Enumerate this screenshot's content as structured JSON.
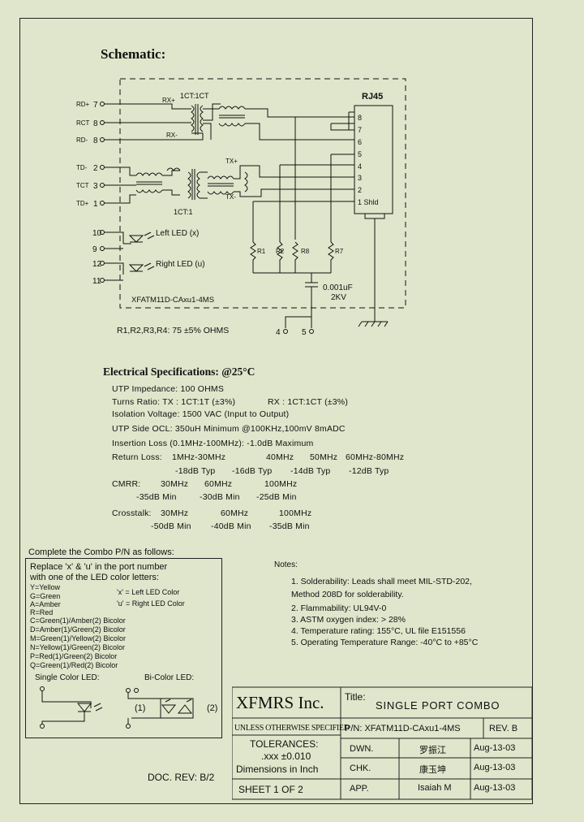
{
  "schematic": {
    "heading": "Schematic:",
    "pins_left": [
      {
        "label": "RD+",
        "num": "7"
      },
      {
        "label": "RCT",
        "num": "8"
      },
      {
        "label": "RD-",
        "num": "8"
      },
      {
        "label": "TD-",
        "num": "2"
      },
      {
        "label": "TCT",
        "num": "3"
      },
      {
        "label": "TD+",
        "num": "1"
      }
    ],
    "led_pins": [
      "10",
      "9",
      "12",
      "11"
    ],
    "led_left_label": "Left LED (x)",
    "led_right_label": "Right LED (u)",
    "signal_rx_plus": "RX+",
    "signal_rx_minus": "RX-",
    "signal_tx_plus": "TX+",
    "signal_tx_minus": "TX-",
    "ratio_top": "1CT:1CT",
    "ratio_bottom": "1CT:1",
    "rj45_title": "RJ45",
    "rj45_pins": [
      "8",
      "7",
      "6",
      "5",
      "4",
      "3",
      "2",
      "1 Shld"
    ],
    "resistors": [
      "R1",
      "R2",
      "R8",
      "R7"
    ],
    "capacitor_value": "0.001uF",
    "capacitor_voltage": "2KV",
    "bottom_pins": [
      "4",
      "5"
    ],
    "part_label": "XFATM11D-CAxu1-4MS",
    "resistor_note": "R1,R2,R3,R4: 75 ±5% OHMS"
  },
  "electrical": {
    "heading": "Electrical   Specifications: @25°C",
    "impedance": "UTP Impedance: 100 OHMS",
    "turns_ratio_tx": "Turns Ratio: TX : 1CT:1T (±3%)",
    "turns_ratio_rx": "RX : 1CT:1CT (±3%)",
    "isolation": "Isolation Voltage: 1500 VAC (Input to Output)",
    "ocl": "UTP Side OCL: 350uH Minimum @100KHz,100mV 8mADC",
    "insertion_loss": "Insertion Loss (0.1MHz-100MHz): -1.0dB Maximum",
    "return_loss_label": "Return Loss:",
    "return_loss_freqs": [
      "1MHz-30MHz",
      "40MHz",
      "50MHz",
      "60MHz-80MHz"
    ],
    "return_loss_values": [
      "-18dB Typ",
      "-16dB Typ",
      "-14dB Typ",
      "-12dB Typ"
    ],
    "cmrr_label": "CMRR:",
    "cmrr_freqs": [
      "30MHz",
      "60MHz",
      "100MHz"
    ],
    "cmrr_values": [
      "-35dB Min",
      "-30dB Min",
      "-25dB Min"
    ],
    "crosstalk_label": "Crosstalk:",
    "crosstalk_freqs": [
      "30MHz",
      "60MHz",
      "100MHz"
    ],
    "crosstalk_values": [
      "-50dB Min",
      "-40dB Min",
      "-35dB Min"
    ]
  },
  "combo": {
    "heading": "Complete the Combo P/N as follows:",
    "intro_1": "Replace 'x' & 'u' in the port number",
    "intro_2": "with one of the LED color letters:",
    "left_note": "'x' = Left LED Color",
    "right_note": "'u' = Right LED Color",
    "colors": [
      "Y=Yellow",
      "G=Green",
      "A=Amber",
      "R=Red",
      "C=Green(1)/Amber(2) Bicolor",
      "D=Amber(1)/Green(2) Bicolor",
      "M=Green(1)/Yellow(2) Bicolor",
      "N=Yellow(1)/Green(2) Bicolor",
      "P=Red(1)/Green(2) Bicolor",
      "Q=Green(1)/Red(2) Bicolor"
    ],
    "single_led_label": "Single Color LED:",
    "bicolor_led_label": "Bi-Color LED:",
    "bicolor_1": "(1)",
    "bicolor_2": "(2)"
  },
  "notes": {
    "heading": "Notes:",
    "items": [
      "1.  Solderability: Leads shall meet MIL-STD-202,",
      "     Method 208D for solderability.",
      "2.  Flammability: UL94V-0",
      "3.  ASTM oxygen index: > 28%",
      "4.  Temperature rating: 155°C, UL file E151556",
      "5.  Operating Temperature Range: -40°C to +85°C"
    ]
  },
  "title_block": {
    "company": "XFMRS Inc.",
    "title_label": "Title:",
    "title": "SINGLE PORT COMBO",
    "unless_specified": "UNLESS OTHERWISE SPECIFIED",
    "pn": "P/N: XFATM11D-CAxu1-4MS",
    "rev": "REV. B",
    "tolerances": "TOLERANCES:",
    "tolerance_value": ".xxx ±0.010",
    "dimensions": "Dimensions in Inch",
    "sheet": "SHEET  1  OF  2",
    "doc_rev": "DOC. REV: B/2",
    "rows": [
      {
        "role": "DWN.",
        "name": "罗振江",
        "date": "Aug-13-03"
      },
      {
        "role": "CHK.",
        "name": "康玉坤",
        "date": "Aug-13-03"
      },
      {
        "role": "APP.",
        "name": "Isaiah M",
        "date": "Aug-13-03"
      }
    ]
  }
}
